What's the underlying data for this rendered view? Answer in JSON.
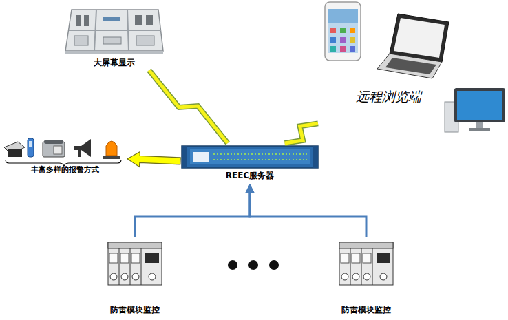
{
  "diagram": {
    "nodes": [
      {
        "text": [
          "大屏幕显示"
        ]
      },
      {
        "text": [
          "远程浏览端"
        ]
      },
      {
        "text": [
          "丰富多样的报警方式"
        ]
      },
      {
        "text": [
          "REEC服务器"
        ]
      },
      {
        "text": [
          "防雷模块监控"
        ]
      },
      {
        "text": [
          "防雷模块监控"
        ]
      }
    ],
    "edges": [
      {
        "from": 3,
        "to": 0,
        "arrow": "none"
      },
      {
        "from": 3,
        "to": 1,
        "arrow": "none"
      },
      {
        "from": 3,
        "to": 2,
        "arrow": "to"
      },
      {
        "from": 4,
        "to": 3,
        "arrow": "to"
      },
      {
        "from": 5,
        "to": 3,
        "arrow": "to"
      }
    ]
  }
}
